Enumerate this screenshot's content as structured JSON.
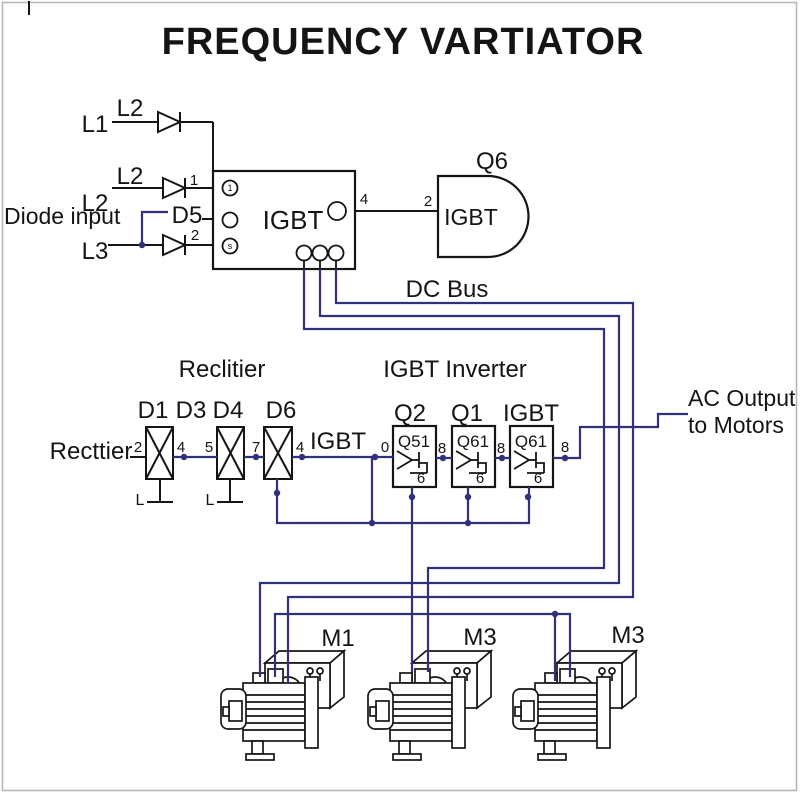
{
  "title": "FREQUENCY VARTIATOR",
  "colors": {
    "wire": "#30307c",
    "line": "#151515",
    "border": "#b5b5b5"
  },
  "top": {
    "diode_input": "Diode input",
    "l1": "L1",
    "l1_top": "L2",
    "l2": "L2",
    "l2_top": "L2",
    "l3": "L3",
    "d5": "D5",
    "pin_l2": "1",
    "pin_l3": "2",
    "term_top": "1",
    "term_bot": "s"
  },
  "igbt_module": {
    "label": "IGBT",
    "out_pin": "4"
  },
  "q6": {
    "label": "Q6",
    "inner": "IGBT",
    "pin": "2"
  },
  "dc_bus": "DC Bus",
  "rect": {
    "title": "Reclitier",
    "input": "Recttier",
    "pin_in": "2",
    "diodes": [
      "D1",
      "D3",
      "D4",
      "D6"
    ],
    "pins": [
      "4",
      "5",
      "7",
      "4"
    ],
    "gnd": "L"
  },
  "inv": {
    "title": "IGBT Inverter",
    "wire_label": "IGBT",
    "pin_in": "0",
    "blocks": [
      {
        "label": "Q2",
        "inner": "Q51",
        "pin": "8",
        "bot": "6"
      },
      {
        "label": "Q1",
        "inner": "Q61",
        "pin": "8",
        "bot": "6"
      },
      {
        "label": "IGBT",
        "inner": "Q61",
        "pin": "8",
        "bot": "6"
      }
    ]
  },
  "ac": {
    "line1": "AC Output",
    "line2": "to Motors"
  },
  "motors": [
    {
      "label": "M1"
    },
    {
      "label": "M3"
    },
    {
      "label": "M3"
    }
  ]
}
